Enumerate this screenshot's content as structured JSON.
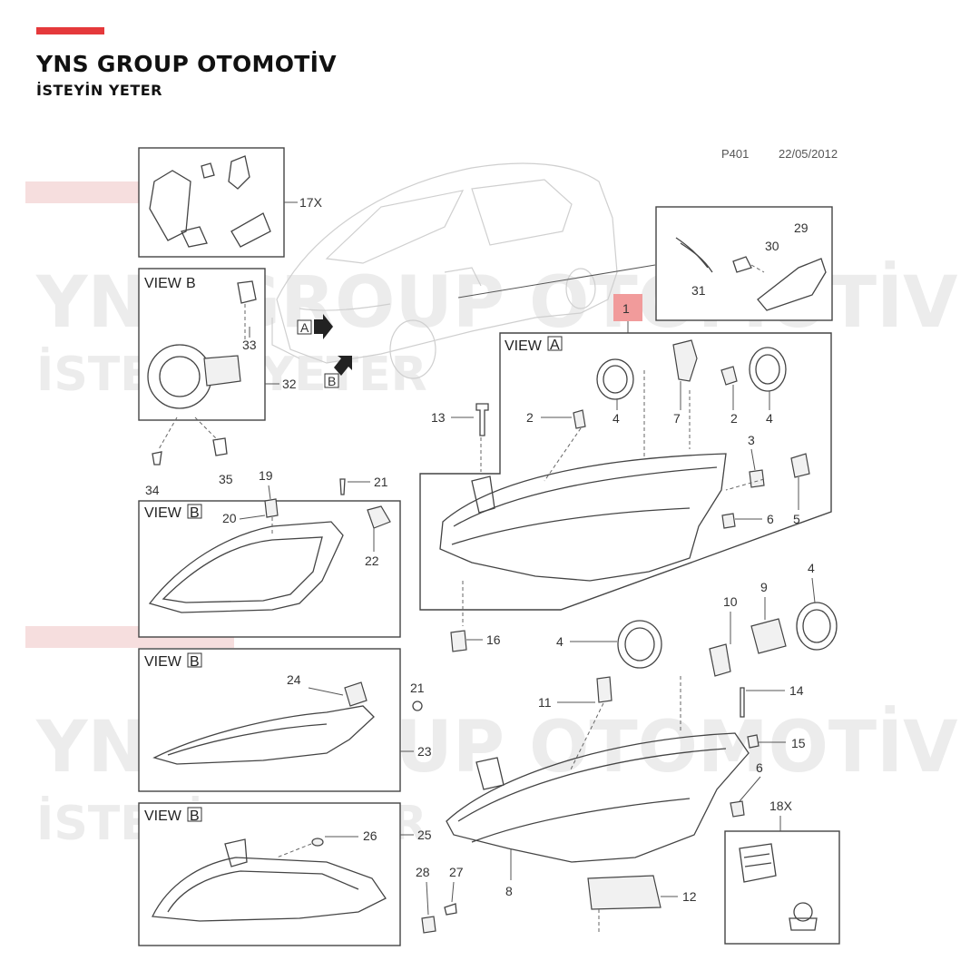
{
  "header": {
    "brand_title": "YNS GROUP OTOMOTİV",
    "brand_subtitle": "İSTEYİN YETER",
    "accent_color": "#e5393b"
  },
  "diagram_meta": {
    "ref_code": "P401",
    "date": "22/05/2012"
  },
  "watermark": {
    "line1": "YNS GROUP OTOMOTİV",
    "line2": "İSTEYİN YETER"
  },
  "view_titles": {
    "view_a": "VIEW",
    "view_a_letter": "A",
    "view_b": "VIEW",
    "view_b_letter": "B"
  },
  "car_markers": {
    "a": "A",
    "b": "B"
  },
  "callouts": {
    "c1": "1",
    "c2a": "2",
    "c2b": "2",
    "c3": "3",
    "c4a": "4",
    "c4b": "4",
    "c4c": "4",
    "c4d": "4",
    "c5": "5",
    "c6a": "6",
    "c6b": "6",
    "c7": "7",
    "c8": "8",
    "c9": "9",
    "c10": "10",
    "c11": "11",
    "c12": "12",
    "c13": "13",
    "c14": "14",
    "c15": "15",
    "c16": "16",
    "c17x": "17X",
    "c18x": "18X",
    "c19": "19",
    "c20": "20",
    "c21a": "21",
    "c21b": "21",
    "c22": "22",
    "c23": "23",
    "c24": "24",
    "c25": "25",
    "c26": "26",
    "c27": "27",
    "c28": "28",
    "c29": "29",
    "c30": "30",
    "c31": "31",
    "c32": "32",
    "c33": "33",
    "c34": "34",
    "c35": "35"
  }
}
